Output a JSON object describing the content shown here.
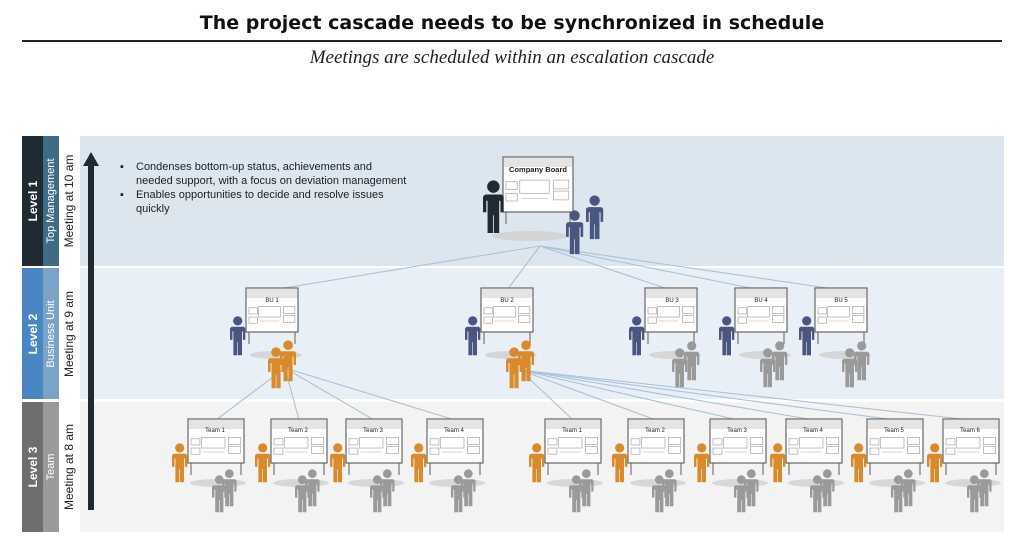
{
  "header": {
    "title": "The project cascade needs to be synchronized in schedule",
    "subtitle": "Meetings are scheduled within an escalation cascade"
  },
  "levels": [
    {
      "level": "Level 1",
      "name": "Top Management",
      "meeting": "Meeting at 10 am"
    },
    {
      "level": "Level 2",
      "name": "Business Unit",
      "meeting": "Meeting at 9 am"
    },
    {
      "level": "Level 3",
      "name": "Team",
      "meeting": "Meeting at 8 am"
    }
  ],
  "notes": [
    "Condenses bottom-up status, achievements and needed support, with a focus on deviation management",
    "Enables opportunities to decide and resolve issues quickly"
  ],
  "boards": {
    "top": "Company Board",
    "business_units": [
      "BU 1",
      "BU 2",
      "BU 3",
      "BU 4",
      "BU 5"
    ],
    "teams_bu1": [
      "Team 1",
      "Team 2",
      "Team 3",
      "Team 4"
    ],
    "teams_bu2": [
      "Team 1",
      "Team 2",
      "Team 3",
      "Team 4",
      "Team 5",
      "Team 6"
    ]
  },
  "colors": {
    "level1_dark": "#1f2a33",
    "level1_mid": "#3f6c84",
    "level2_dark": "#4a86c4",
    "level2_mid": "#7aa3c8",
    "level3_dark": "#6e6e6e",
    "level3_mid": "#9a9a9a",
    "band1": "#dce6ee",
    "band2": "#e8eff6",
    "band3": "#f3f3f3",
    "presenter": "#1f2a33",
    "manager": "#4a5680",
    "team_lead": "#d98b2b",
    "member": "#9a9a9a",
    "connector": "#a9c3d6"
  },
  "icons": [
    "escalation-arrow-icon",
    "person-icon",
    "board-icon"
  ]
}
